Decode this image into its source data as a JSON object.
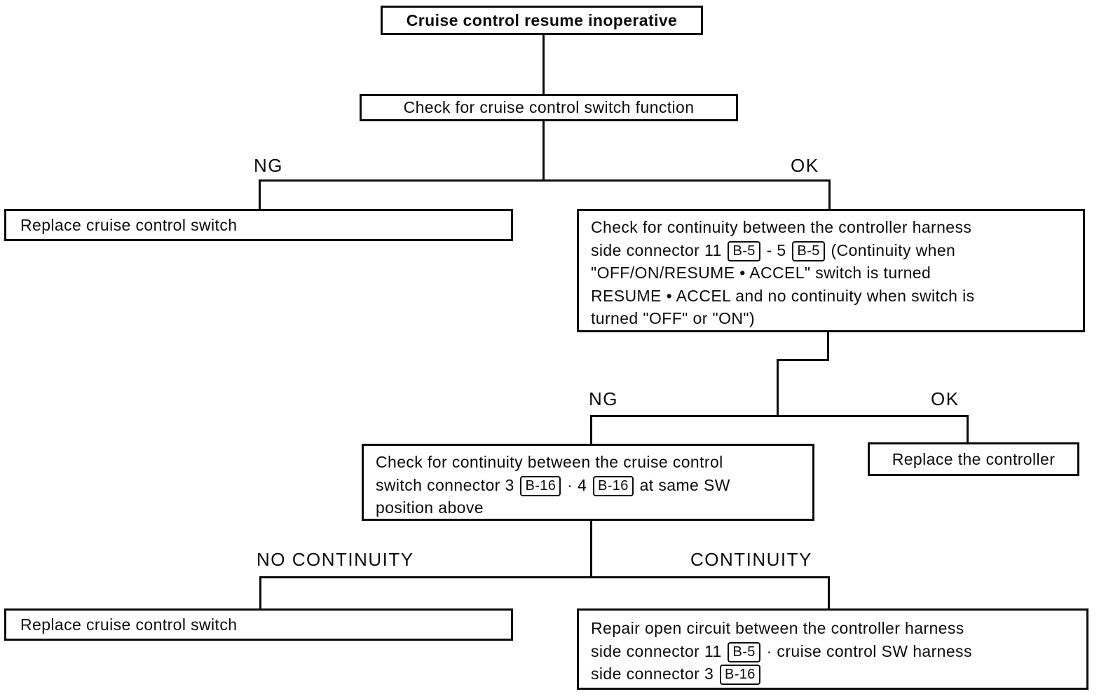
{
  "nodes": {
    "start": "Cruise control resume inoperative",
    "check_switch_function": "Check for cruise control switch function",
    "replace_switch_top": "Replace cruise control switch",
    "check_controller_continuity": {
      "lines": [
        [
          {
            "t": "Check for continuity between the controller harness"
          }
        ],
        [
          {
            "t": "side connector 11 "
          },
          {
            "ref": "B-5"
          },
          {
            "t": " - 5 "
          },
          {
            "ref": "B-5"
          },
          {
            "t": " (Continuity when"
          }
        ],
        [
          {
            "t": "\"OFF/ON/RESUME • ACCEL\" switch is turned"
          }
        ],
        [
          {
            "t": "RESUME • ACCEL and no continuity when switch is"
          }
        ],
        [
          {
            "t": "turned \"OFF\" or \"ON\")"
          }
        ]
      ]
    },
    "check_switch_continuity": {
      "lines": [
        [
          {
            "t": "Check for continuity between the cruise control"
          }
        ],
        [
          {
            "t": "switch connector 3 "
          },
          {
            "ref": "B-16"
          },
          {
            "t": " · 4 "
          },
          {
            "ref": "B-16"
          },
          {
            "t": " at same SW"
          }
        ],
        [
          {
            "t": "position above"
          }
        ]
      ]
    },
    "replace_controller": "Replace the controller",
    "replace_switch_bottom": "Replace cruise control switch",
    "repair_open_circuit": {
      "lines": [
        [
          {
            "t": "Repair open circuit between the controller harness"
          }
        ],
        [
          {
            "t": "side connector 11 "
          },
          {
            "ref": "B-5"
          },
          {
            "t": " · cruise control SW harness"
          }
        ],
        [
          {
            "t": "side connector 3 "
          },
          {
            "ref": "B-16"
          }
        ]
      ]
    }
  },
  "branch_labels": {
    "branch1_left": "NG",
    "branch1_right": "OK",
    "branch2_left": "NG",
    "branch2_right": "OK",
    "branch3_left": "NO CONTINUITY",
    "branch3_right": "CONTINUITY"
  }
}
